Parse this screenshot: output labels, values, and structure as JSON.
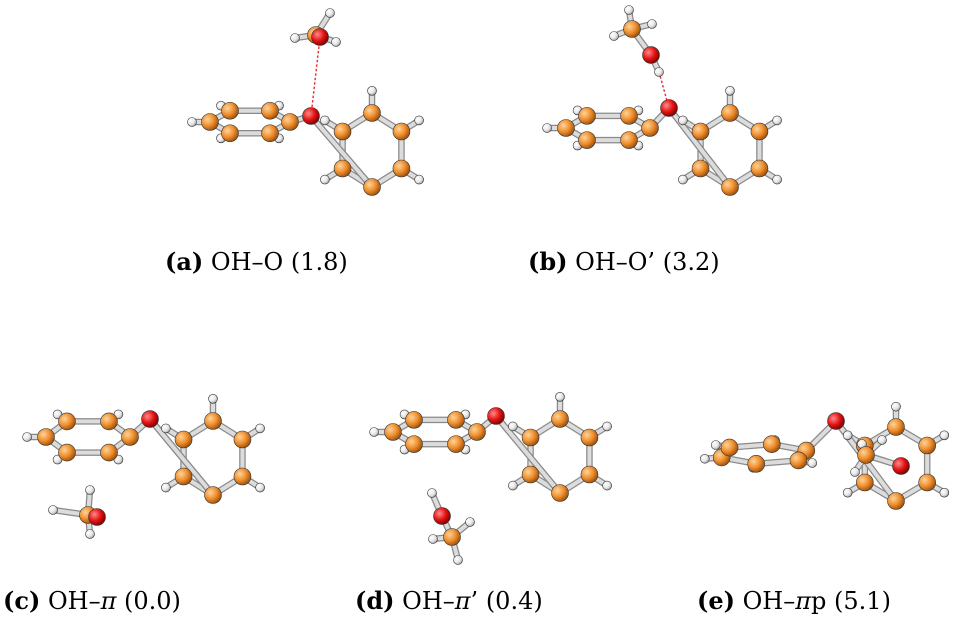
{
  "panels": [
    {
      "id": "a",
      "tag": "(a)",
      "label_before": "OH–O",
      "greek": "",
      "label_after": "",
      "energy": "(1.8)"
    },
    {
      "id": "b",
      "tag": "(b)",
      "label_before": "OH–O’",
      "greek": "",
      "label_after": "",
      "energy": "(3.2)"
    },
    {
      "id": "c",
      "tag": "(c)",
      "label_before": "OH–",
      "greek": "π",
      "label_after": "",
      "energy": "(0.0)"
    },
    {
      "id": "d",
      "tag": "(d)",
      "label_before": "OH–",
      "greek": "π",
      "label_after": "’",
      "energy": "(0.4)"
    },
    {
      "id": "e",
      "tag": "(e)",
      "label_before": "OH–",
      "greek": "π",
      "label_after": "p",
      "energy": "(5.1)"
    }
  ],
  "colors": {
    "carbon": "#e8892a",
    "oxygen": "#e01010",
    "hydrogen": "#f2f2f2",
    "bond": "#dcdcdc",
    "hbond": "#e03030"
  }
}
